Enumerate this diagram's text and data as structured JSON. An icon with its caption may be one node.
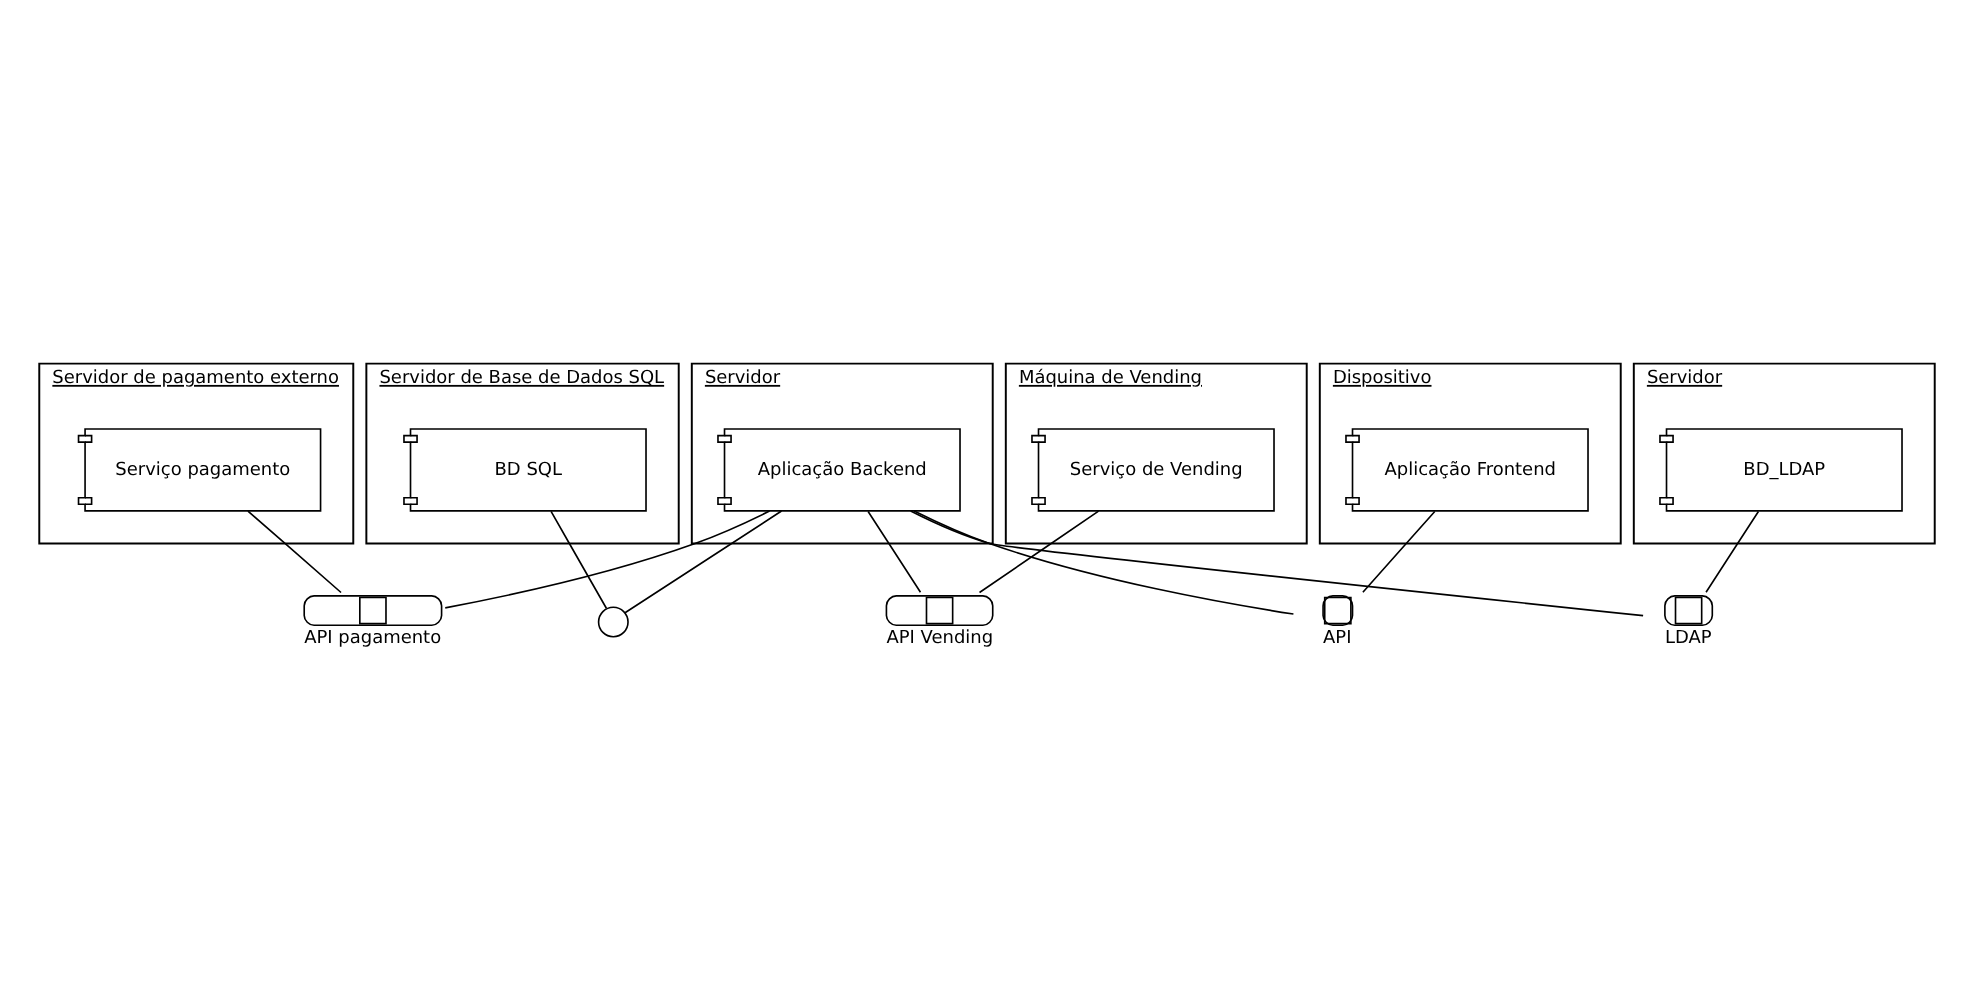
{
  "diagram": {
    "nodes": [
      {
        "text": [
          "Servidor de pagamento externo"
        ]
      },
      {
        "text": [
          "Serviço pagamento"
        ],
        "in": 0
      },
      {
        "text": [
          "API pagamento"
        ]
      },
      {
        "text": [
          "Servidor"
        ]
      },
      {
        "text": [
          "Aplicação Backend"
        ],
        "in": 3
      },
      {
        "text": [],
        "shape": "circle"
      },
      {
        "text": [
          "Servidor de Base de Dados SQL"
        ]
      },
      {
        "text": [
          "BD SQL"
        ],
        "in": 6
      },
      {
        "text": [
          "Máquina de Vending"
        ]
      },
      {
        "text": [
          "Serviço de Vending"
        ],
        "in": 8
      },
      {
        "text": [
          "API Vending"
        ]
      },
      {
        "text": [
          "API"
        ]
      },
      {
        "text": [
          "Dispositivo"
        ]
      },
      {
        "text": [
          "Aplicação Frontend"
        ],
        "in": 12
      },
      {
        "text": [
          "LDAP"
        ]
      },
      {
        "text": [
          "Servidor"
        ]
      },
      {
        "text": [
          "BD_LDAP"
        ],
        "in": 15
      }
    ],
    "edges": [
      {
        "from": 1,
        "to": 2,
        "arrow": "none"
      },
      {
        "from": 4,
        "to": 2,
        "arrow": "none"
      },
      {
        "from": 4,
        "to": 5,
        "arrow": "none"
      },
      {
        "from": 7,
        "to": 5,
        "arrow": "none"
      },
      {
        "from": 4,
        "to": 10,
        "arrow": "none"
      },
      {
        "from": 9,
        "to": 10,
        "arrow": "none"
      },
      {
        "from": 4,
        "to": 11,
        "arrow": "none"
      },
      {
        "from": 13,
        "to": 11,
        "arrow": "none"
      },
      {
        "from": 4,
        "to": 14,
        "arrow": "none"
      },
      {
        "from": 16,
        "to": 14,
        "arrow": "none"
      }
    ]
  }
}
